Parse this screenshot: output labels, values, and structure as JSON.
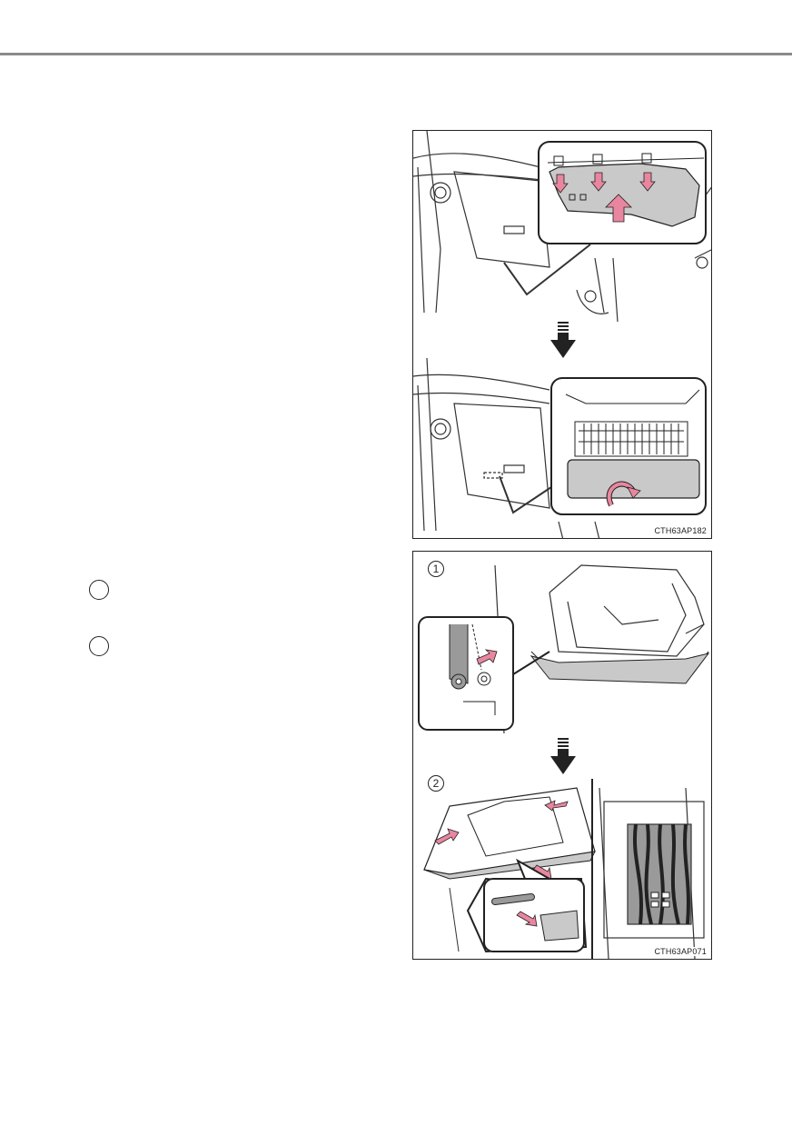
{
  "figures": {
    "fig1": {
      "code": "CTH63AP182"
    },
    "fig2": {
      "code": "CTH63AP071",
      "step1_label": "1",
      "step2_label": "2"
    }
  },
  "colors": {
    "accent_pink": "#e9869f",
    "panel_gray": "#c9c9c9",
    "line": "#222222",
    "rule": "#8a8a8a"
  },
  "icons": [
    "step-circle-icon",
    "step-circle-icon",
    "down-arrow-icon",
    "pink-arrow-icon"
  ]
}
